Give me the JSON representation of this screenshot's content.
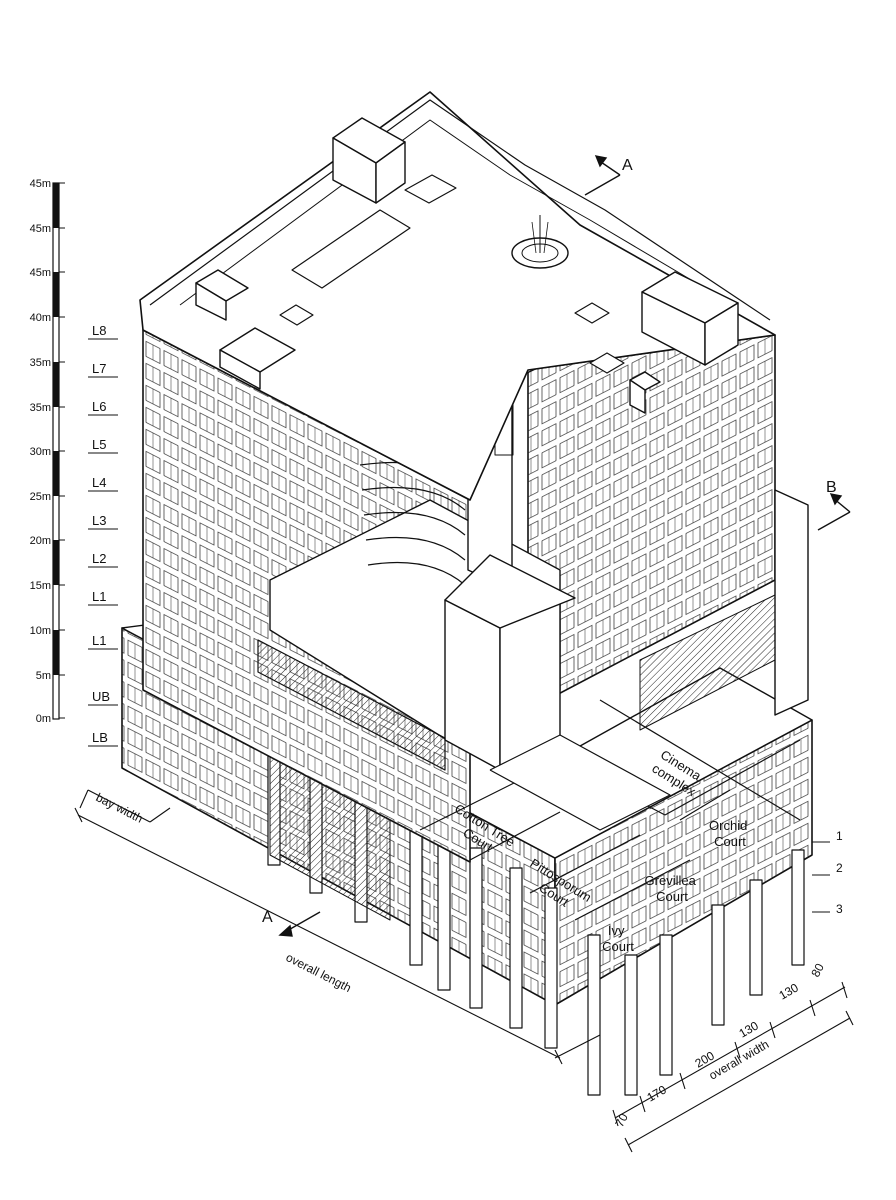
{
  "scale_bar": {
    "labels": [
      "45m",
      "45m",
      "45m",
      "40m",
      "35m",
      "35m",
      "30m",
      "25m",
      "20m",
      "15m",
      "10m",
      "5m",
      "0m"
    ]
  },
  "levels": [
    "L8",
    "L7",
    "L6",
    "L5",
    "L4",
    "L3",
    "L2",
    "L1",
    "L1",
    "UB",
    "LB"
  ],
  "courts": {
    "cinema": [
      "Cinema",
      "complex"
    ],
    "orchid": [
      "Orchid",
      "Court"
    ],
    "cotton": [
      "Cotton Tree",
      "Court"
    ],
    "pittosporum": [
      "Pittosporum",
      "Court"
    ],
    "grevillea": [
      "Grevillea",
      "Court"
    ],
    "ivy": [
      "Ivy",
      "Court"
    ]
  },
  "section_markers": {
    "a_top": "A",
    "a_bottom": "A",
    "b": "B"
  },
  "facade_rows": [
    "1",
    "2",
    "3"
  ],
  "dimensions": {
    "bay_width": "bay width",
    "overall_length": "overall length",
    "overall_width": "overall width",
    "segments": [
      "70",
      "170",
      "200",
      "130",
      "130",
      "80"
    ]
  }
}
